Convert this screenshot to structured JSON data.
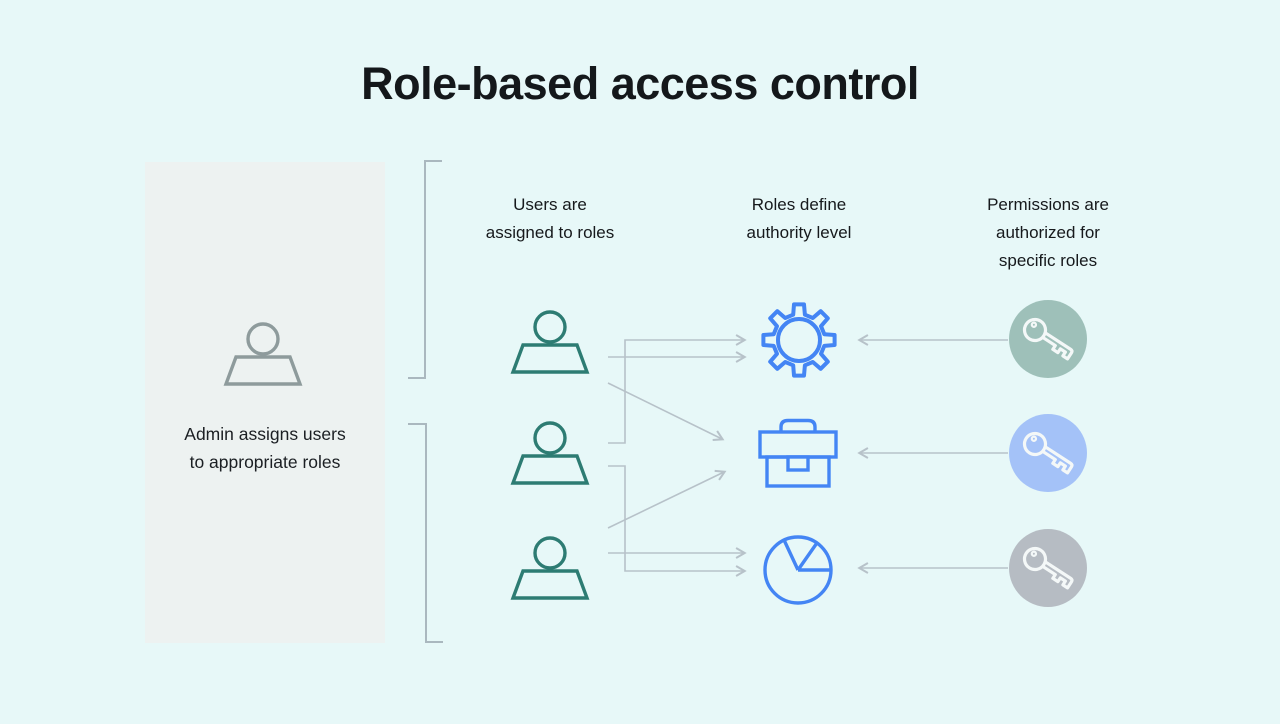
{
  "title": "Role-based access control",
  "admin": {
    "label": "Admin assigns users\nto appropriate roles",
    "icon": "person-icon"
  },
  "columns": [
    {
      "id": "users",
      "heading": "Users are\nassigned to roles",
      "icons": [
        "person-icon",
        "person-icon",
        "person-icon"
      ]
    },
    {
      "id": "roles",
      "heading": "Roles define\nauthority level",
      "icons": [
        "gear-icon",
        "briefcase-icon",
        "pie-chart-icon"
      ]
    },
    {
      "id": "permissions",
      "heading": "Permissions are\nauthorized for\nspecific roles",
      "icons": [
        "key-icon",
        "key-icon",
        "key-icon"
      ]
    }
  ],
  "connections": {
    "user_to_role": [
      [
        "user-1",
        "gear"
      ],
      [
        "user-1",
        "briefcase"
      ],
      [
        "user-2",
        "gear"
      ],
      [
        "user-2",
        "pie-chart"
      ],
      [
        "user-3",
        "briefcase"
      ],
      [
        "user-3",
        "pie-chart"
      ]
    ],
    "permission_to_role": [
      [
        "key-1",
        "gear"
      ],
      [
        "key-2",
        "briefcase"
      ],
      [
        "key-3",
        "pie-chart"
      ]
    ]
  },
  "colors": {
    "background": "#e7f8f8",
    "panel": "#edf2f1",
    "title_text": "#14181b",
    "admin_icon": "#8e9b9c",
    "user_icon": "#2d7c73",
    "role_icon": "#4485f4",
    "arrow": "#b7c2c9",
    "bracket": "#aab8bf",
    "key_stroke": "#f4f8f8",
    "key_badges": [
      "#9ec0b9",
      "#a4c2f8",
      "#b6bcc3"
    ]
  }
}
